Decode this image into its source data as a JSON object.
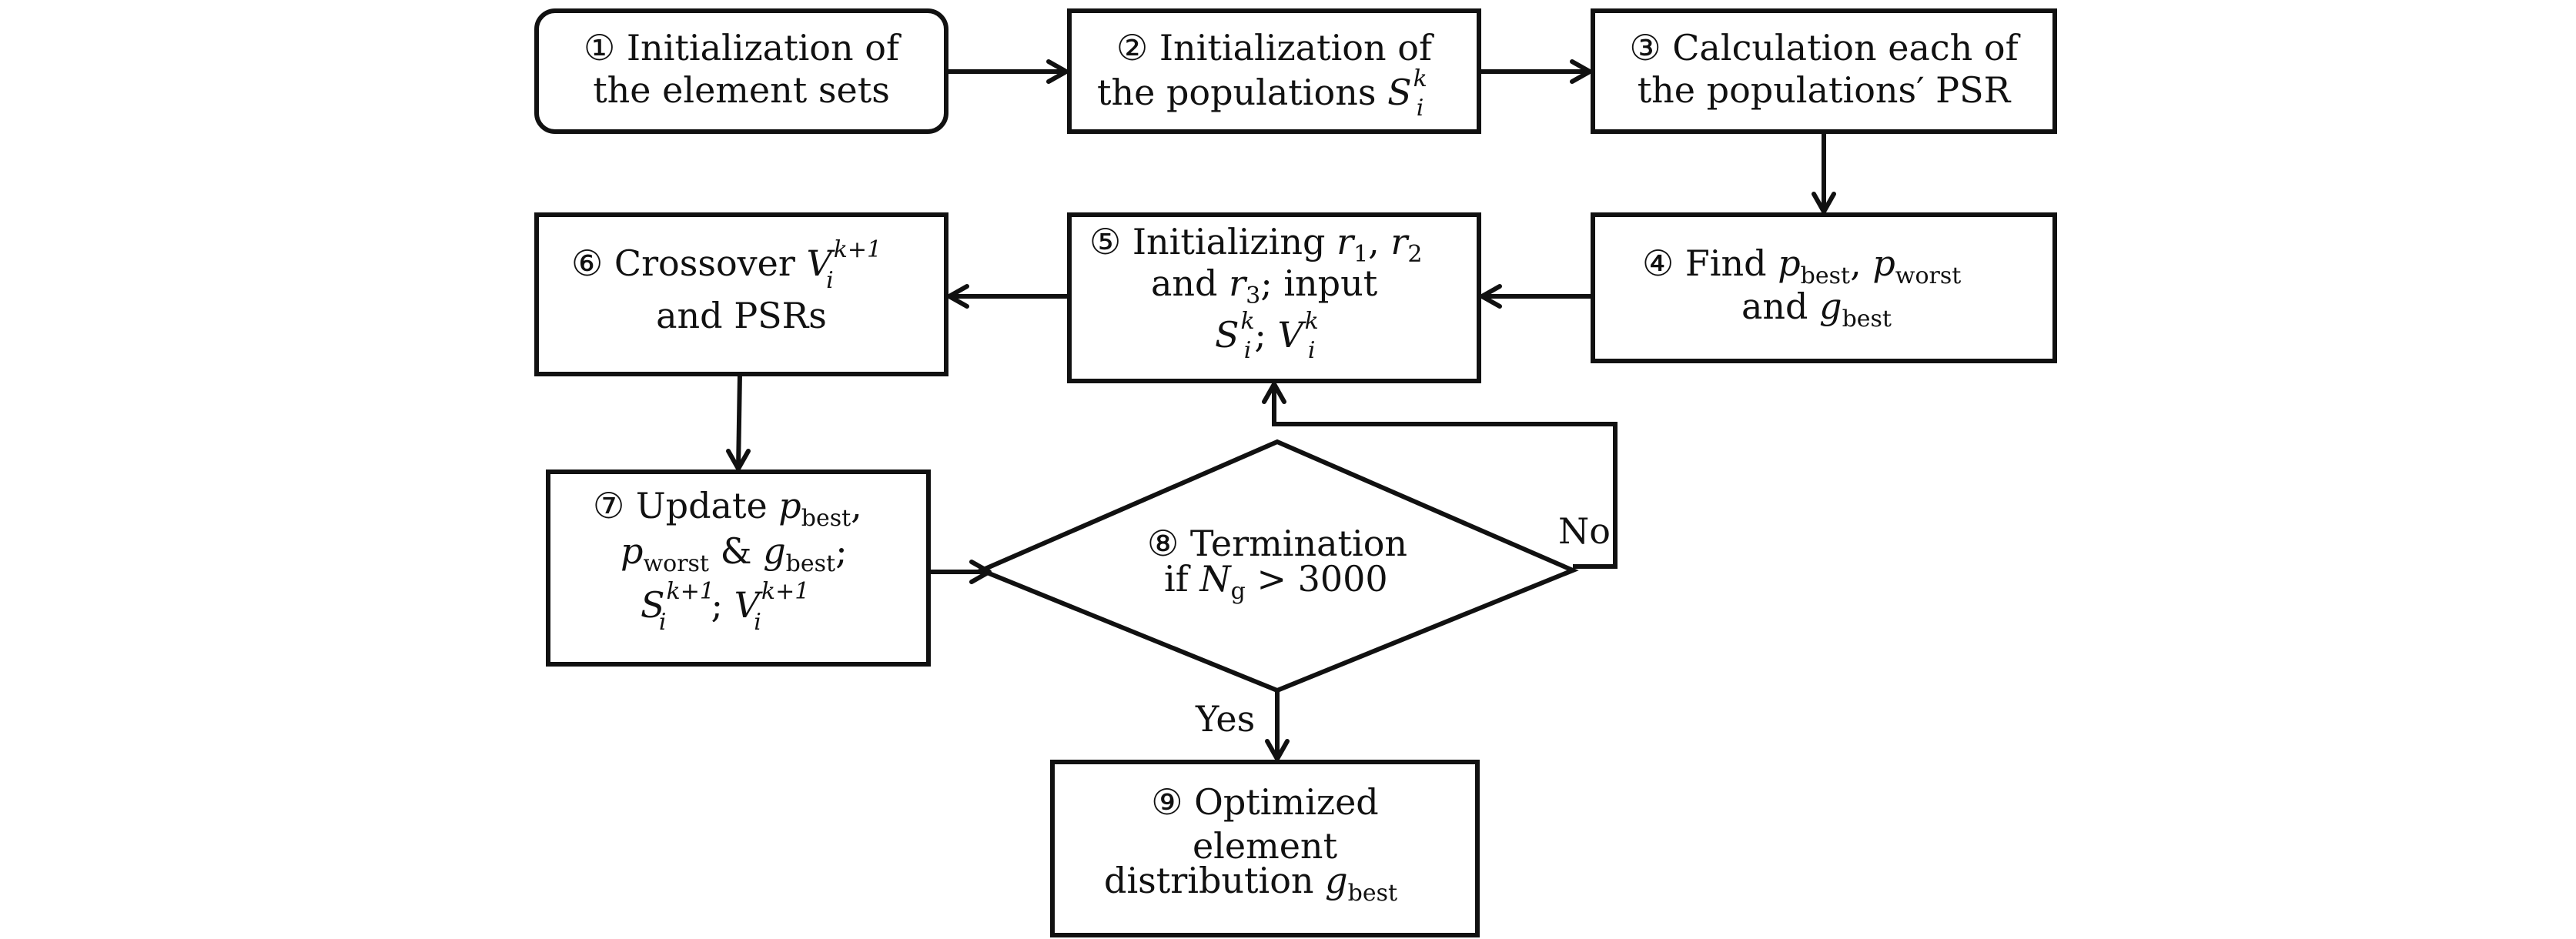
{
  "nodes": {
    "n1": {
      "num": "①",
      "l1": "Initialization of",
      "l2": "the element sets"
    },
    "n2": {
      "num": "②",
      "l1": "Initialization of",
      "l2": "the populations",
      "sym": "S",
      "sup": "k",
      "sub": "i"
    },
    "n3": {
      "num": "③",
      "l1": "Calculation each of",
      "l2": "the populations′ PSR"
    },
    "n4": {
      "num": "④",
      "find": "Find",
      "pbest": "p",
      "best": "best",
      "comma": ",",
      "pworst": "p",
      "worst": "worst",
      "and": "and",
      "gbest": "g",
      "gbest_sub": "best"
    },
    "n5": {
      "num": "⑤",
      "init": "Initializing",
      "r1": "r",
      "r1_sub": "1",
      "comma": ",",
      "r2": "r",
      "r2_sub": "2",
      "and": "and",
      "r3": "r",
      "r3_sub": "3",
      "input": "; input",
      "S": "S",
      "S_sup": "k",
      "S_sub": "i",
      "semi": ";",
      "V": "V",
      "V_sup": "k",
      "V_sub": "i"
    },
    "n6": {
      "num": "⑥",
      "cross": "Crossover",
      "V": "V",
      "V_sup": "k+1",
      "V_sub": "i",
      "l2": "and PSRs"
    },
    "n7": {
      "num": "⑦",
      "update": "Update",
      "pbest": "p",
      "best": "best",
      "comma": ",",
      "pworst": "p",
      "worst": "worst",
      "amp": "&",
      "gbest": "g",
      "gbest_sub": "best",
      "semi": ";",
      "S": "S",
      "S_sup": "k+1",
      "S_sub": "i",
      "semi2": ";",
      "V": "V",
      "V_sup": "k+1",
      "V_sub": "i"
    },
    "n8": {
      "num": "⑧",
      "l1": "Termination",
      "if": "if",
      "N": "N",
      "N_sub": "g",
      "cond": "> 3000"
    },
    "n9": {
      "num": "⑨",
      "l1": "Optimized",
      "l2": "element",
      "l3": "distribution",
      "gbest": "g",
      "gbest_sub": "best"
    }
  },
  "edge_labels": {
    "no": "No",
    "yes": "Yes"
  }
}
